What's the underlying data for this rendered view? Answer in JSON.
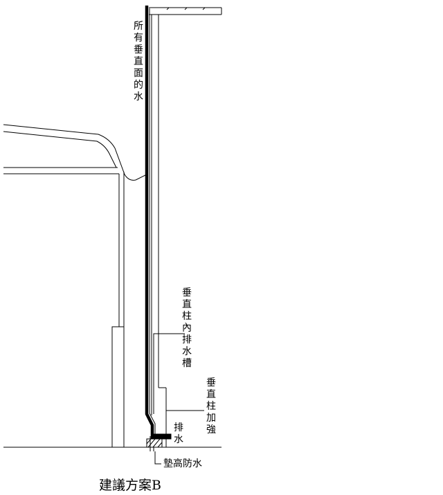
{
  "labels": {
    "all_vertical_water": "所有垂直面的水",
    "column_inner_gutter": "垂直柱內排水槽",
    "column_reinforcement": "垂直柱加強",
    "drainage": "排水",
    "raised_waterproofing": "墊高防水"
  },
  "caption": "建議方案B",
  "colors": {
    "line": "#000000",
    "background": "#ffffff"
  }
}
